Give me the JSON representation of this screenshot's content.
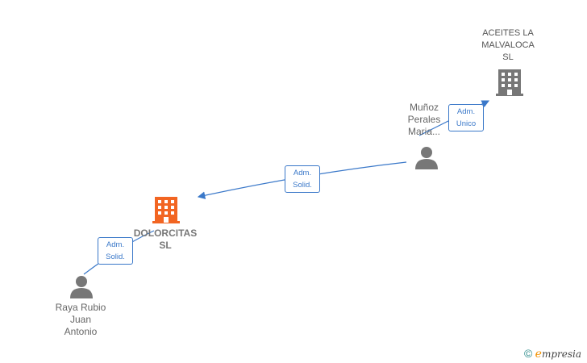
{
  "nodes": {
    "aceites": {
      "label": "ACEITES LA\nMALVALOCA\nSL",
      "icon": "building-icon",
      "color": "#777777"
    },
    "munoz": {
      "label": "Muñoz\nPerales\nMaria...",
      "icon": "person-icon",
      "color": "#777777"
    },
    "dolorcitas": {
      "label": "DOLORCITAS\nSL",
      "icon": "building-icon",
      "color": "#f26522"
    },
    "raya": {
      "label": "Raya Rubio\nJuan\nAntonio",
      "icon": "person-icon",
      "color": "#777777"
    }
  },
  "edges": {
    "munoz_aceites": {
      "label": "Adm.\nUnico"
    },
    "munoz_dolorcitas": {
      "label": "Adm.\nSolid."
    },
    "raya_dolorcitas": {
      "label": "Adm.\nSolid."
    }
  },
  "colors": {
    "edge": "#3a78c9"
  },
  "footer": {
    "copyright": "©",
    "brand_first": "e",
    "brand_rest": "mpresia"
  }
}
